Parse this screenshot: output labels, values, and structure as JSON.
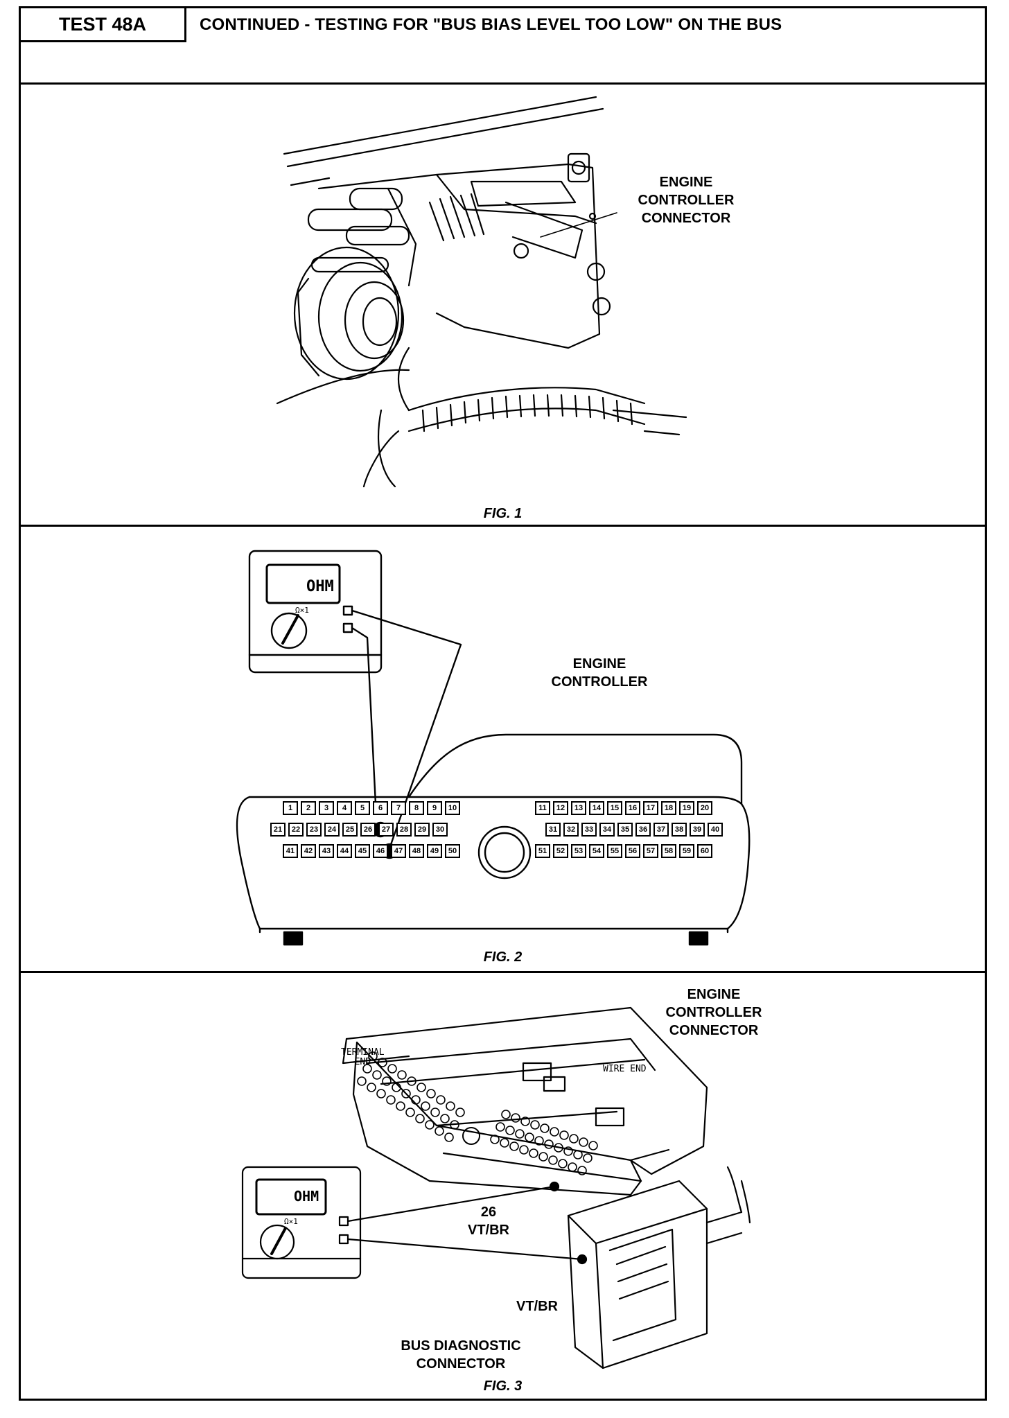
{
  "header": {
    "test_label": "TEST 48A",
    "title": "CONTINUED - TESTING FOR \"BUS BIAS LEVEL TOO LOW\" ON THE BUS"
  },
  "fig1": {
    "caption": "FIG. 1",
    "label": "ENGINE\nCONTROLLER\nCONNECTOR"
  },
  "fig2": {
    "caption": "FIG. 2",
    "label": "ENGINE\nCONTROLLER",
    "meter_display": "OHM",
    "meter_range": "Ω×1",
    "terminal_rows": [
      [
        "1",
        "2",
        "3",
        "4",
        "5",
        "6",
        "7",
        "8",
        "9",
        "10"
      ],
      [
        "21",
        "22",
        "23",
        "24",
        "25",
        "26",
        "27",
        "28",
        "29",
        "30"
      ],
      [
        "41",
        "42",
        "43",
        "44",
        "45",
        "46",
        "47",
        "48",
        "49",
        "50"
      ],
      [
        "11",
        "12",
        "13",
        "14",
        "15",
        "16",
        "17",
        "18",
        "19",
        "20"
      ],
      [
        "31",
        "32",
        "33",
        "34",
        "35",
        "36",
        "37",
        "38",
        "39",
        "40"
      ],
      [
        "51",
        "52",
        "53",
        "54",
        "55",
        "56",
        "57",
        "58",
        "59",
        "60"
      ]
    ]
  },
  "fig3": {
    "caption": "FIG. 3",
    "label_connector": "ENGINE\nCONTROLLER\nCONNECTOR",
    "terminal_end": "TERMINAL\nEND",
    "wire_end": "WIRE END",
    "pin_label": "26\nVT/BR",
    "wire_label": "VT/BR",
    "bus_label": "BUS DIAGNOSTIC\nCONNECTOR",
    "meter_display": "OHM",
    "meter_range": "Ω×1"
  }
}
